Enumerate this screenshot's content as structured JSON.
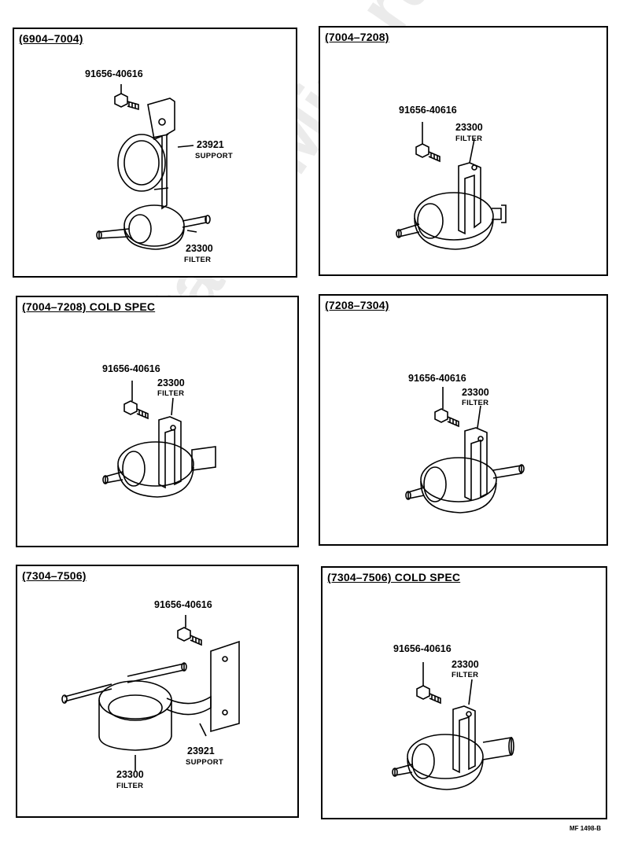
{
  "panels": [
    {
      "title": "(6904–7004)",
      "parts": [
        {
          "number": "91656-40616",
          "desc": ""
        },
        {
          "number": "23921",
          "desc": "SUPPORT"
        },
        {
          "number": "23300",
          "desc": "FILTER"
        }
      ]
    },
    {
      "title": "(7004–7208)",
      "parts": [
        {
          "number": "91656-40616",
          "desc": ""
        },
        {
          "number": "23300",
          "desc": "FILTER"
        }
      ]
    },
    {
      "title": "(7004–7208) COLD SPEC",
      "parts": [
        {
          "number": "91656-40616",
          "desc": ""
        },
        {
          "number": "23300",
          "desc": "FILTER"
        }
      ]
    },
    {
      "title": "(7208–7304)",
      "parts": [
        {
          "number": "91656-40616",
          "desc": ""
        },
        {
          "number": "23300",
          "desc": "FILTER"
        }
      ]
    },
    {
      "title": "(7304–7506)",
      "parts": [
        {
          "number": "91656-40616",
          "desc": ""
        },
        {
          "number": "23921",
          "desc": "SUPPORT"
        },
        {
          "number": "23300",
          "desc": "FILTER"
        }
      ]
    },
    {
      "title": "(7304–7506) COLD SPEC",
      "parts": [
        {
          "number": "91656-40616",
          "desc": ""
        },
        {
          "number": "23300",
          "desc": "FILTER"
        }
      ]
    }
  ],
  "watermark": "ToyotaCarMini.ru",
  "figure_code": "MF 1498-B"
}
